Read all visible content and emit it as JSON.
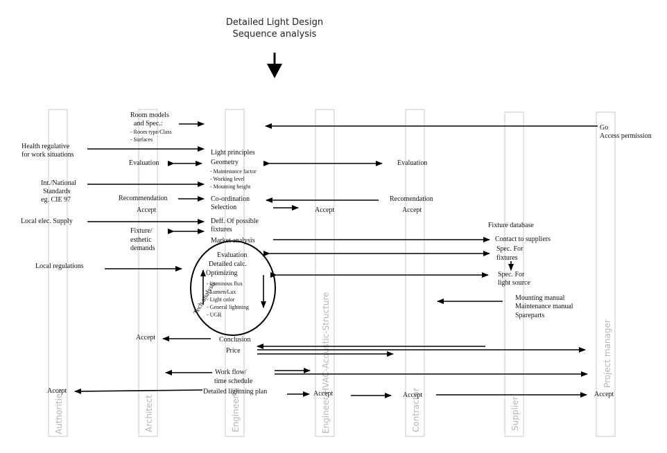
{
  "title": {
    "line1": "Detailed Light Design",
    "line2": "Sequence analysis"
  },
  "lanes": [
    "Authorities",
    "Architect",
    "Engineer-E",
    "Engineer-HVAC-Acoustic-Structure",
    "Contractor",
    "Supplier",
    "Project manager"
  ],
  "labels": {
    "room_models": "Room models",
    "and_spec": "and Spec.:",
    "room_type": "- Room type/Class",
    "surfaces": "- Surfaces",
    "go": "Go",
    "access_permission": "Access permission",
    "health_1": "Health regulative",
    "health_2": "for work situations",
    "light_principles": "Light principles",
    "evaluation_arch": "Evaluation",
    "geometry": "Geometry",
    "evaluation_right": "Evaluation",
    "maintenance_factor": "- Maintenance factor",
    "working_level": "- Working level",
    "mounting_height": "- Mounting  height",
    "int_national": "Int./National",
    "standards": "Standards",
    "eg_cie": "eg. CIE 97",
    "recommendation": "Recommendation",
    "coordination": "Co-ordination",
    "recomendation": "Recomendation",
    "accept_arch": "Accept",
    "selection": "Selection",
    "accept_hvac": "Accept",
    "accept_contr": "Accept",
    "local_elec": "Local elec. Supply",
    "deff_possible": "Deff. Of possible",
    "fixtures": "fixtures",
    "fixture_database": "Fixture database",
    "fixture_slash": "Fixture/",
    "esthetic": "esthetic",
    "demands": "demands",
    "market_analysis": "Market analysis",
    "contact_suppliers": "Contact to suppliers",
    "spec_for_1": "Spec. For",
    "fixtures_2": "fixtures",
    "local_regulations": "Local regulations",
    "evaluation_circle": "Evaluation",
    "detailed_calc": "Detailed calc.",
    "optimizing": "Optimizing",
    "spec_for_2": "Spec. For",
    "light_source": "light source",
    "tech_analysis": "Tech analysis",
    "luminous_flux": "- Luminous flux",
    "lumen_lux": "- Lumen/Lux",
    "light_color": "- Light color",
    "general_lightning": "- General lightning",
    "ugr": "- UGR",
    "mounting_manual": "Mounting manual",
    "maintenance_manual": "Maintenance manual",
    "spareparts": "Spareparts",
    "accept_conclusion": "Accept",
    "conclusion": "Conclusion",
    "price": "Price",
    "work_flow": "Work flow/",
    "time_schedule": "time schedule",
    "accept_auth": "Accept",
    "detailed_plan": "Detailed lightning plan",
    "accept_b1": "Accept",
    "accept_b2": "Accept",
    "accept_b3": "Accept"
  }
}
